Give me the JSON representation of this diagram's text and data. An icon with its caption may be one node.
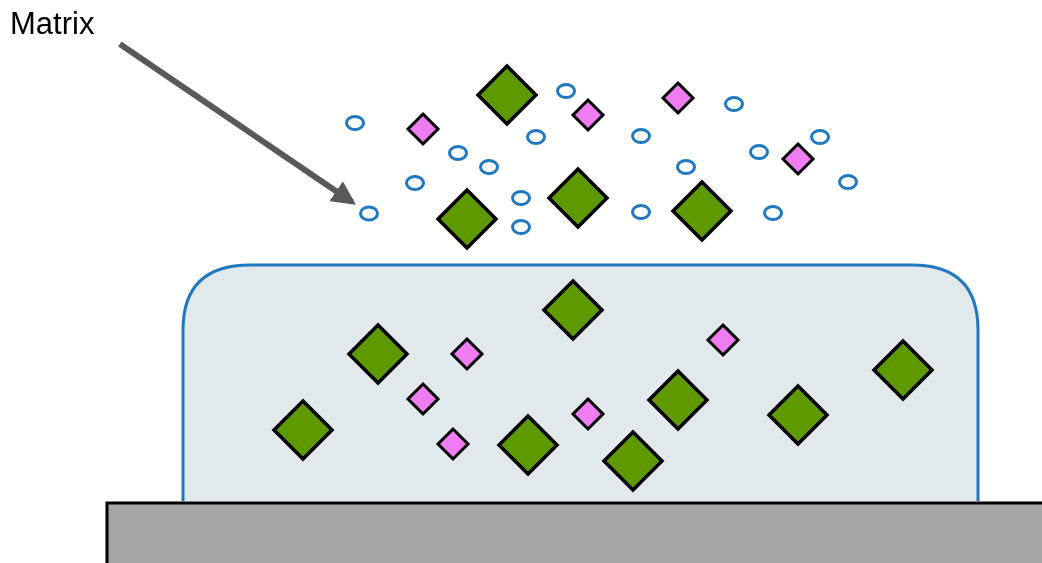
{
  "diagram": {
    "nodes": [
      {
        "text": [
          "Matrix"
        ]
      },
      {
        "text": [],
        "shape": "circle"
      }
    ],
    "edges": [
      {
        "from": 0,
        "to": 1,
        "arrow": "to"
      }
    ]
  }
}
